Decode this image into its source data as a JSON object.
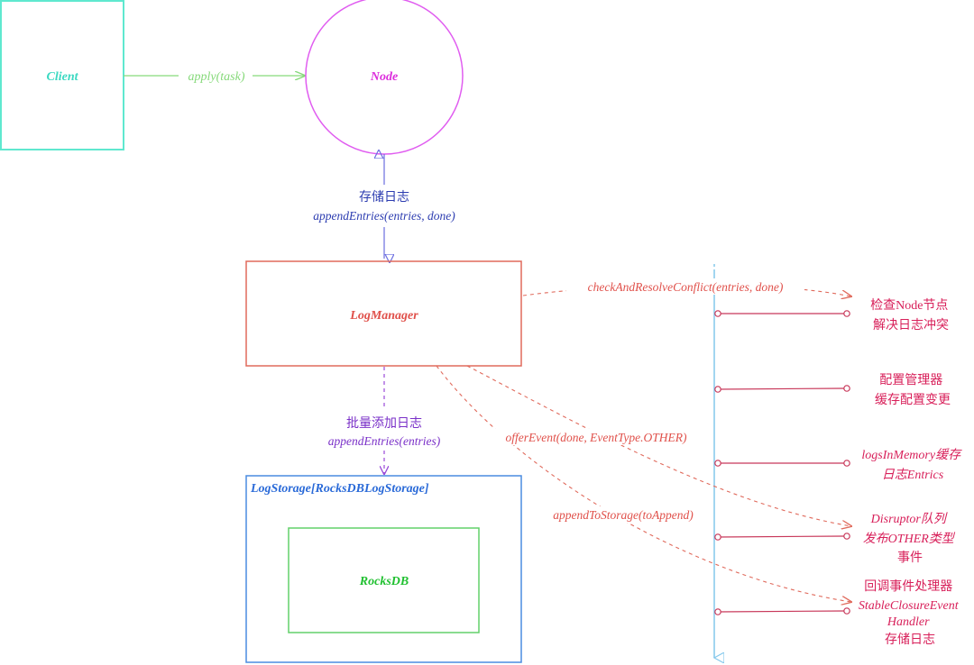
{
  "colors": {
    "client": "#5fe8cf",
    "client_text": "#3cd9c2",
    "node": "#e05cf0",
    "node_text": "#dc2cdc",
    "apply": "#86d97a",
    "store_arrow": "#6c6fe0",
    "store_text": "#2c3cb0",
    "logmanager": "#e06a5c",
    "logmanager_text": "#e0504a",
    "batch": "#9a4ad8",
    "logstorage": "#4a8ce0",
    "logstorage_text": "#2a6ad8",
    "rocksdb": "#62d06a",
    "rocksdb_text": "#20c030",
    "event": "#e06a5c",
    "timeline": "#84c8ec",
    "right_text": "#d8205a",
    "right_line": "#c8385a"
  },
  "nodes": {
    "client": {
      "label": "Client"
    },
    "node": {
      "label": "Node"
    },
    "logmanager": {
      "label": "LogManager"
    },
    "logstorage": {
      "label": "LogStorage[RocksDBLogStorage]"
    },
    "rocksdb": {
      "label": "RocksDB"
    }
  },
  "edges": {
    "apply": {
      "label": "apply(task)"
    },
    "store": {
      "title": "存储日志",
      "call": "appendEntries(entries, done)"
    },
    "batch": {
      "title": "批量添加日志",
      "call": "appendEntries(entries)"
    },
    "check": {
      "label": "checkAndResolveConflict(entries, done)"
    },
    "offer": {
      "label": "offerEvent(done, EventType.OTHER)"
    },
    "append_storage": {
      "label": "appendToStorage(toAppend)"
    }
  },
  "timeline_notes": [
    {
      "lines": [
        "检查Node节点",
        "解决日志冲突"
      ]
    },
    {
      "lines": [
        "配置管理器",
        "缓存配置变更"
      ]
    },
    {
      "lines": [
        "logsInMemory缓存",
        "日志Entrics"
      ]
    },
    {
      "lines": [
        "Disruptor队列",
        "发布OTHER类型",
        "事件"
      ]
    },
    {
      "lines": [
        "回调事件处理器",
        "StableClosureEvent",
        "Handler",
        "存储日志"
      ]
    }
  ]
}
